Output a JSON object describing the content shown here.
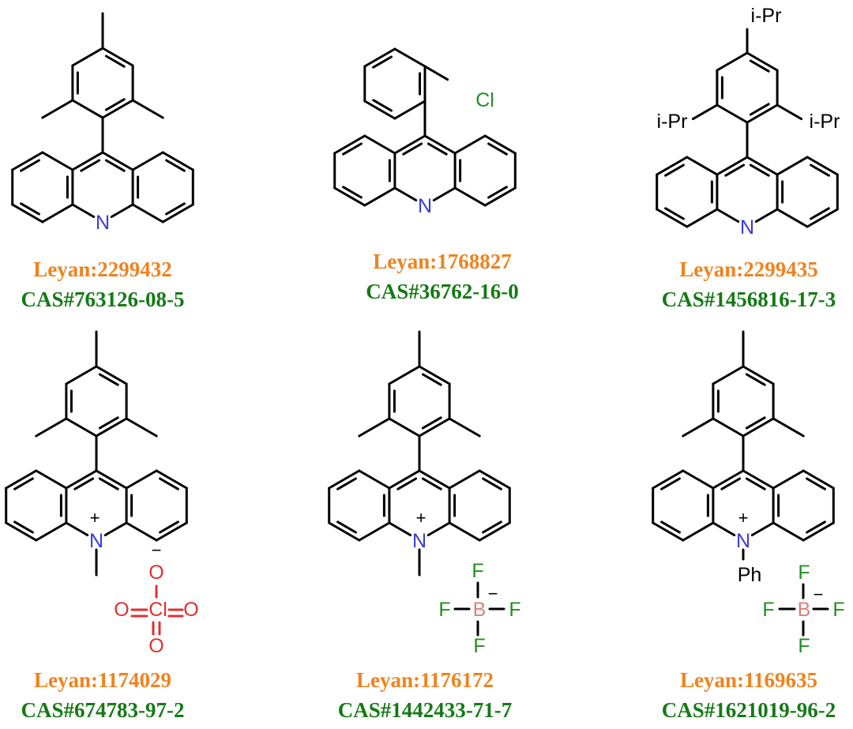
{
  "colors": {
    "bond": "#000000",
    "nitrogen": "#3a3ad8",
    "chlorine_label": "#1f8f1f",
    "oxygen": "#e03030",
    "fluorine": "#1f8f1f",
    "boron": "#e07f7f",
    "leyan_label": "#f0821e",
    "cas_label": "#157a15"
  },
  "compounds": [
    {
      "leyan": "Leyan:2299432",
      "cas": "CAS#763126-08-5",
      "atoms": {
        "ring_n": "N"
      }
    },
    {
      "leyan": "Leyan:1768827",
      "cas": "CAS#36762-16-0",
      "atoms": {
        "ring_n": "N",
        "substituent": "Cl"
      }
    },
    {
      "leyan": "Leyan:2299435",
      "cas": "CAS#1456816-17-3",
      "atoms": {
        "ring_n": "N",
        "group_top": "i-Pr",
        "group_left": "i-Pr",
        "group_right": "i-Pr"
      }
    },
    {
      "leyan": "Leyan:1174029",
      "cas": "CAS#674783-97-2",
      "atoms": {
        "ring_n": "N",
        "charge_plus": "+",
        "charge_minus": "−",
        "counter_center": "Cl",
        "counter_ligand": "O"
      }
    },
    {
      "leyan": "Leyan:1176172",
      "cas": "CAS#1442433-71-7",
      "atoms": {
        "ring_n": "N",
        "charge_plus": "+",
        "charge_minus": "−",
        "counter_center": "B",
        "counter_ligand": "F"
      }
    },
    {
      "leyan": "Leyan:1169635",
      "cas": "CAS#1621019-96-2",
      "atoms": {
        "ring_n": "N",
        "charge_plus": "+",
        "charge_minus": "−",
        "counter_center": "B",
        "counter_ligand": "F",
        "n_substituent": "Ph"
      }
    }
  ]
}
